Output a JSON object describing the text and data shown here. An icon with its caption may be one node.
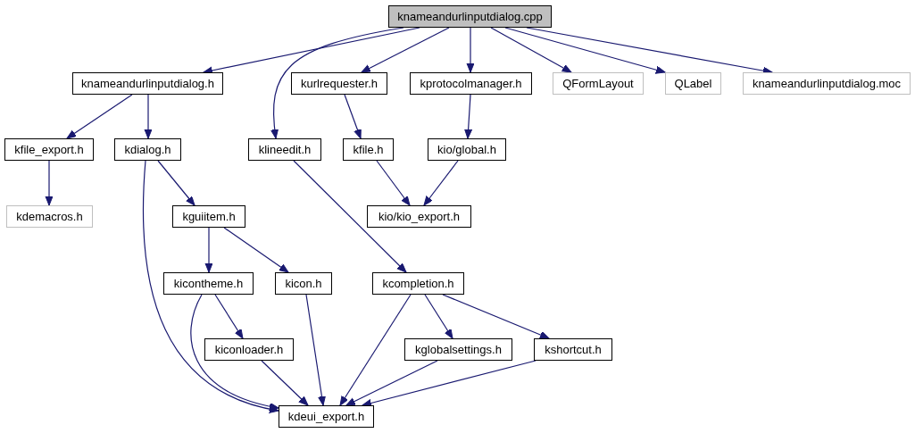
{
  "diagram": {
    "nodes": [
      {
        "text": [
          "knameandurlinputdialog.cpp"
        ]
      },
      {
        "text": [
          "knameandurlinputdialog.h"
        ]
      },
      {
        "text": [
          "klineedit.h"
        ]
      },
      {
        "text": [
          "kurlrequester.h"
        ]
      },
      {
        "text": [
          "kprotocolmanager.h"
        ]
      },
      {
        "text": [
          "QFormLayout"
        ]
      },
      {
        "text": [
          "QLabel"
        ]
      },
      {
        "text": [
          "knameandurlinputdialog.moc"
        ]
      },
      {
        "text": [
          "kfile_export.h"
        ]
      },
      {
        "text": [
          "kdialog.h"
        ]
      },
      {
        "text": [
          "kfile.h"
        ]
      },
      {
        "text": [
          "kio/global.h"
        ]
      },
      {
        "text": [
          "kdemacros.h"
        ]
      },
      {
        "text": [
          "kguiitem.h"
        ]
      },
      {
        "text": [
          "kio/kio_export.h"
        ]
      },
      {
        "text": [
          "kicontheme.h"
        ]
      },
      {
        "text": [
          "kicon.h"
        ]
      },
      {
        "text": [
          "kcompletion.h"
        ]
      },
      {
        "text": [
          "kiconloader.h"
        ]
      },
      {
        "text": [
          "kglobalsettings.h"
        ]
      },
      {
        "text": [
          "kshortcut.h"
        ]
      },
      {
        "text": [
          "kdeui_export.h"
        ]
      }
    ],
    "edges": [
      {
        "from": 0,
        "to": 1,
        "arrow": "to"
      },
      {
        "from": 0,
        "to": 2,
        "arrow": "to"
      },
      {
        "from": 0,
        "to": 3,
        "arrow": "to"
      },
      {
        "from": 0,
        "to": 4,
        "arrow": "to"
      },
      {
        "from": 0,
        "to": 5,
        "arrow": "to"
      },
      {
        "from": 0,
        "to": 6,
        "arrow": "to"
      },
      {
        "from": 0,
        "to": 7,
        "arrow": "to"
      },
      {
        "from": 1,
        "to": 8,
        "arrow": "to"
      },
      {
        "from": 1,
        "to": 9,
        "arrow": "to"
      },
      {
        "from": 2,
        "to": 17,
        "arrow": "to"
      },
      {
        "from": 3,
        "to": 10,
        "arrow": "to"
      },
      {
        "from": 4,
        "to": 11,
        "arrow": "to"
      },
      {
        "from": 8,
        "to": 12,
        "arrow": "to"
      },
      {
        "from": 9,
        "to": 13,
        "arrow": "to"
      },
      {
        "from": 9,
        "to": 21,
        "arrow": "to"
      },
      {
        "from": 10,
        "to": 14,
        "arrow": "to"
      },
      {
        "from": 11,
        "to": 14,
        "arrow": "to"
      },
      {
        "from": 13,
        "to": 15,
        "arrow": "to"
      },
      {
        "from": 13,
        "to": 16,
        "arrow": "to"
      },
      {
        "from": 15,
        "to": 18,
        "arrow": "to"
      },
      {
        "from": 15,
        "to": 21,
        "arrow": "to"
      },
      {
        "from": 16,
        "to": 21,
        "arrow": "to"
      },
      {
        "from": 17,
        "to": 19,
        "arrow": "to"
      },
      {
        "from": 17,
        "to": 20,
        "arrow": "to"
      },
      {
        "from": 17,
        "to": 21,
        "arrow": "to"
      },
      {
        "from": 18,
        "to": 21,
        "arrow": "to"
      },
      {
        "from": 19,
        "to": 21,
        "arrow": "to"
      },
      {
        "from": 20,
        "to": 21,
        "arrow": "to"
      }
    ]
  }
}
